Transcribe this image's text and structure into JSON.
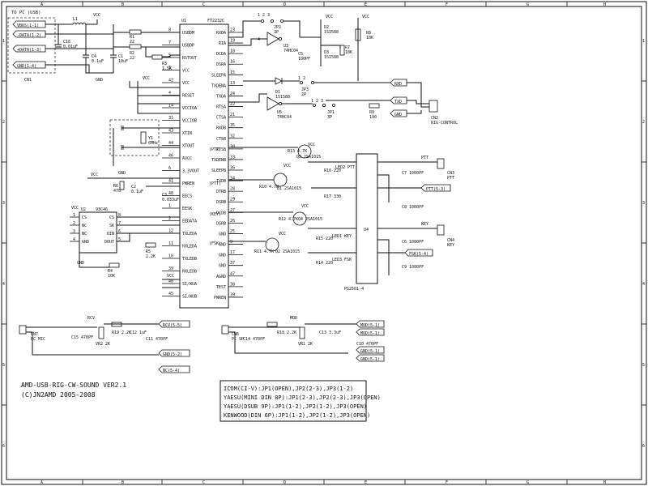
{
  "border": {
    "col_labels": [
      "A",
      "B",
      "C",
      "D",
      "E",
      "F",
      "G",
      "H"
    ],
    "row_labels": [
      "1",
      "2",
      "3",
      "4",
      "5",
      "6"
    ]
  },
  "title": {
    "line1": "AMD-USB-RIG-CW-SOUND VER2.1",
    "line2": "(C)JN2AMD 2005-2008"
  },
  "notes": [
    "ICOM(CI-V):JP1(OPEN),JP2(2-3),JP3(1-2)",
    "YAESU(MINI DIN 8P):JP1(2-3),JP2(2-3),JP3(OPEN)",
    "YAESU(DSUB 9P):JP1(1-2),JP2(1-2),JP3(OPEN)",
    "KENWOOD(DIN 6P):JP1(1-2),JP2(1-2),JP3(OPEN)"
  ],
  "usb": {
    "heading": "TO PC (USB)",
    "cn1": "CN1",
    "ports": [
      "VBUS(1-1)",
      "-DATA(1-2)",
      "+DATA(1-3)",
      "GND(1-4)"
    ],
    "parts": [
      "L1",
      "C16",
      "0.01uF",
      "C4",
      "0.1uF",
      "C1",
      "10uF",
      "R1",
      "22",
      "R2",
      "22",
      "R3",
      "1.5K",
      "GND",
      "VCC"
    ]
  },
  "u1": {
    "ref": "U1",
    "part": "FT2232C",
    "left_pins": [
      {
        "num": "8",
        "name": "USBDM"
      },
      {
        "num": "7",
        "name": "USBDP"
      },
      {
        "num": "5",
        "name": "RSTOUT"
      },
      {
        "num": "3",
        "name": "VCC"
      },
      {
        "num": "42",
        "name": "VCC"
      },
      {
        "num": "4",
        "name": "RESET"
      },
      {
        "num": "14",
        "name": "VCCIOA"
      },
      {
        "num": "31",
        "name": "VCCIOB"
      },
      {
        "num": "43",
        "name": "XTIN"
      },
      {
        "num": "44",
        "name": "XTOUT"
      },
      {
        "num": "46",
        "name": "AVCC"
      },
      {
        "num": "6",
        "name": "3.3VOUT"
      },
      {
        "num": "41",
        "name": "PWREN"
      },
      {
        "num": "48",
        "name": "EECS"
      },
      {
        "num": "1",
        "name": "EESK"
      },
      {
        "num": "2",
        "name": "EEDATA"
      },
      {
        "num": "12",
        "name": "TXLEDA"
      },
      {
        "num": "11",
        "name": "RXLEDA"
      },
      {
        "num": "10",
        "name": "TXLEDB"
      },
      {
        "num": "39",
        "name": "RXLEDB"
      },
      {
        "num": "40",
        "name": "SI/WUA"
      },
      {
        "num": "45",
        "name": "SI/WUB"
      }
    ],
    "right_pins": [
      {
        "num": "23",
        "name": "RXDA"
      },
      {
        "num": "19",
        "name": "RIA"
      },
      {
        "num": "18",
        "name": "DCDA"
      },
      {
        "num": "16",
        "name": "DSRA"
      },
      {
        "num": "15",
        "name": "SLEEPA"
      },
      {
        "num": "13",
        "name": "TXDENA"
      },
      {
        "num": "24",
        "name": "TXDA"
      },
      {
        "num": "22",
        "name": "RTSA"
      },
      {
        "num": "21",
        "name": "CTSA"
      },
      {
        "num": "35",
        "name": "RXDB"
      },
      {
        "num": "32",
        "name": "CTSB"
      },
      {
        "num": "30",
        "name": "RTSB"
      },
      {
        "num": "33",
        "name": "TXDENB"
      },
      {
        "num": "36",
        "name": "SLEEPB"
      },
      {
        "num": "34",
        "name": "TXDB"
      },
      {
        "num": "28",
        "name": "DTRB"
      },
      {
        "num": "29",
        "name": "DSRB"
      },
      {
        "num": "27",
        "name": "DCDB"
      },
      {
        "num": "26",
        "name": "DSRB"
      },
      {
        "num": "25",
        "name": "GND"
      },
      {
        "num": "9",
        "name": "GND"
      },
      {
        "num": "17",
        "name": "GND"
      },
      {
        "num": "37",
        "name": "GND"
      },
      {
        "num": "47",
        "name": "AGND"
      },
      {
        "num": "38",
        "name": "TEST"
      },
      {
        "num": "39",
        "name": "PWREN"
      }
    ]
  },
  "xtal": {
    "ref": "Y1",
    "value": "6MHz"
  },
  "eeprom": {
    "ref": "U2",
    "part": "93C46",
    "pins_left": [
      {
        "num": "1",
        "name": "CS"
      },
      {
        "num": "2",
        "name": "NC"
      },
      {
        "num": "3",
        "name": "NC"
      },
      {
        "num": "4",
        "name": "GND"
      }
    ],
    "pins_right": [
      {
        "num": "8",
        "name": "CS"
      },
      {
        "num": "7",
        "name": "SK"
      },
      {
        "num": "6",
        "name": "DIN"
      },
      {
        "num": "5",
        "name": "DOUT"
      }
    ]
  },
  "misc_parts": {
    "r6": "R6",
    "r6v": "470",
    "c2": "C2",
    "c2v": "0.1uF",
    "c3": "C3",
    "c3v": "0.033uF",
    "r4": "R4",
    "r4v": "10K",
    "r5": "R5",
    "r5v": "2.2K",
    "vcc": "VCC",
    "gnd": "GND"
  },
  "cat_section": {
    "jp2": "JP2",
    "jp2v": "3P",
    "u3": "U3",
    "u3p": "74HC04",
    "u5": "U5",
    "u5p": "74HC04",
    "d2": "D2",
    "d2v": "1S1588",
    "d3": "D3",
    "d3v": "1S1588",
    "d1": "D1",
    "d1v": "1S1588",
    "c5": "C5",
    "c5v": "100PF",
    "r7": "R7",
    "r7v": "10K",
    "r8": "R8",
    "r8v": "10K",
    "jp3": "JP3",
    "jp3v": "2P",
    "jp1": "JP1",
    "jp1v": "3P",
    "r9": "R9",
    "r9v": "100",
    "ports": [
      "RXD",
      "TXD",
      "GND"
    ],
    "cn2": "CN2",
    "cn2v": "RIG-CONTROL"
  },
  "ptt_section": {
    "q": [
      {
        "ref": "Q1",
        "part": "2SA1015"
      },
      {
        "ref": "Q2",
        "part": "2SA1015"
      },
      {
        "ref": "Q3",
        "part": "2SA1015"
      },
      {
        "ref": "Q4",
        "part": "2SA1015"
      }
    ],
    "r": [
      "R10 4.7K",
      "R11 4.7K",
      "R12 4.7K",
      "R13 4.7K",
      "R14 220",
      "R15 220",
      "R16 220",
      "R17 330"
    ],
    "leds": [
      "LED1 KEY",
      "LED2 PTT",
      "LED3 FSK"
    ],
    "pin_notes": [
      "(PTT)",
      "(PTT)",
      "(KEY)",
      "(FSK)"
    ],
    "u4": "U4",
    "u4p": "PS2501-4",
    "outputs": [
      "PTT",
      "PTT(5-3)",
      "KEY",
      "FSK(5-4)"
    ],
    "caps": [
      "C7 1000PF",
      "C8 1000PF",
      "C6 1000PF",
      "C9 1000PF"
    ],
    "cn3": "CN3",
    "cn3v": "PTT",
    "cn4": "CN4",
    "cn4v": "KEY"
  },
  "audio": {
    "rcv": "RCV",
    "mod": "MOD",
    "cn7": "CN7",
    "cn7v": "PC MIC",
    "cn6": "CN6",
    "cn6v": "PC SP",
    "c15": "C15 470PF",
    "vr2": "VR2 2K",
    "r19": "R19 2.2K",
    "c12": "C12 1uF",
    "c11": "C11 470PF",
    "c14": "C14 470PF",
    "r18": "R18 2.2K",
    "vr1": "VR1 2K",
    "c13": "C13 3.3uF",
    "c10": "C10 470PF",
    "ports_left": [
      "RCV(5-5)",
      "GND(5-2)",
      "NC(5-4)"
    ],
    "ports_right": [
      "MOD(5-1)",
      "MOD(5-1)",
      "GND(5-1)",
      "GND(5-1)"
    ]
  }
}
